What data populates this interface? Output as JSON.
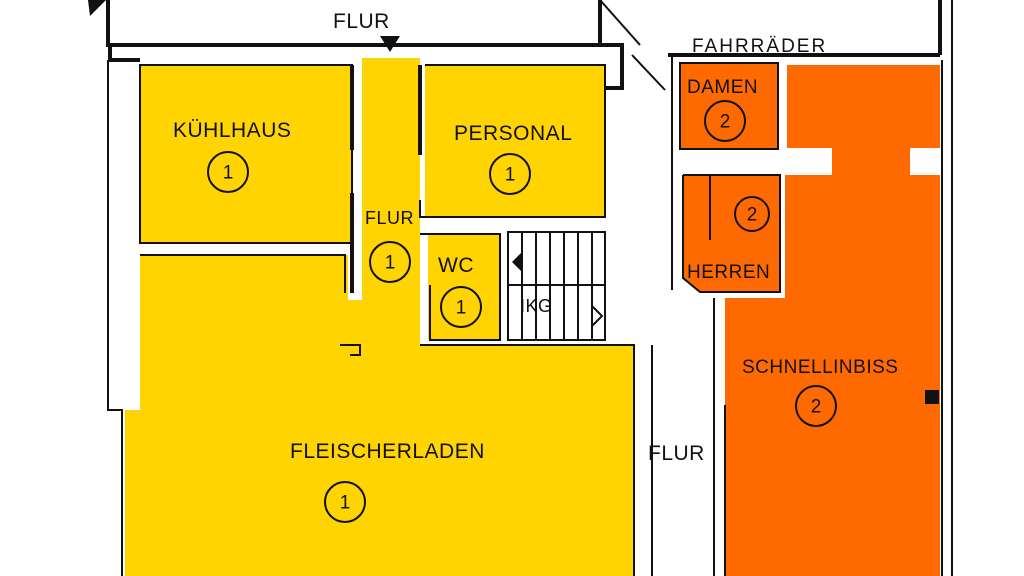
{
  "colors": {
    "unit1": "#FFD400",
    "unit2": "#FF6A00",
    "wall": "#111111"
  },
  "labels": {
    "flur_top": "FLUR",
    "kuehlhaus": "KÜHLHAUS",
    "personal": "PERSONAL",
    "flur_inner": "FLUR",
    "wc": "WC",
    "fleischerladen": "FLEISCHERLADEN",
    "ikg": "IKG",
    "flur_right": "FLUR",
    "fahrraeder": "FAHRRÄDER",
    "damen": "DAMEN",
    "herren": "HERREN",
    "schnellinbiss": "SCHNELLINBISS"
  },
  "unit_numbers": {
    "kuehlhaus": "1",
    "personal": "1",
    "flur": "1",
    "wc": "1",
    "fleischerladen": "1",
    "damen": "2",
    "herren": "2",
    "schnellinbiss": "2"
  }
}
